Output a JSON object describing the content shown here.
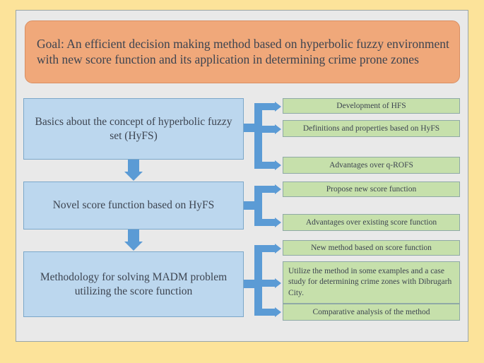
{
  "colors": {
    "outer_frame": "#fce39a",
    "panel_background": "#e9e9e9",
    "panel_border": "#9aa6a8",
    "goal_fill": "#f0a87a",
    "goal_border": "#d98e62",
    "stage_fill": "#bcd7ee",
    "stage_border": "#7ba7c9",
    "detail_fill": "#c6e0ab",
    "detail_border": "#8fa9a6",
    "arrow": "#5b9bd5",
    "text": "#3d4450"
  },
  "diagram": {
    "type": "flowchart",
    "goal": {
      "label": "Goal: An efficient decision making method based on hyperbolic fuzzy environment with new score function and its application in determining crime prone zones"
    },
    "stages": [
      {
        "id": "stage-1",
        "label": "Basics about the concept of hyperbolic fuzzy set (HyFS)",
        "details": [
          "Development of HFS",
          "Definitions and properties based on HyFS",
          "Advantages over q-ROFS"
        ]
      },
      {
        "id": "stage-2",
        "label": "Novel score function based on HyFS",
        "details": [
          "Propose new score function",
          "Advantages over existing score function"
        ]
      },
      {
        "id": "stage-3",
        "label": "Methodology for solving MADM problem utilizing the score function",
        "details": [
          "New method based on score function",
          "Utilize the method in some examples and a case study for determining crime zones with Dibrugarh City.",
          "Comparative analysis of the method"
        ]
      }
    ],
    "connectors": {
      "stage_flow": "downward-arrow",
      "detail_branch": "fork-with-right-arrows"
    }
  }
}
